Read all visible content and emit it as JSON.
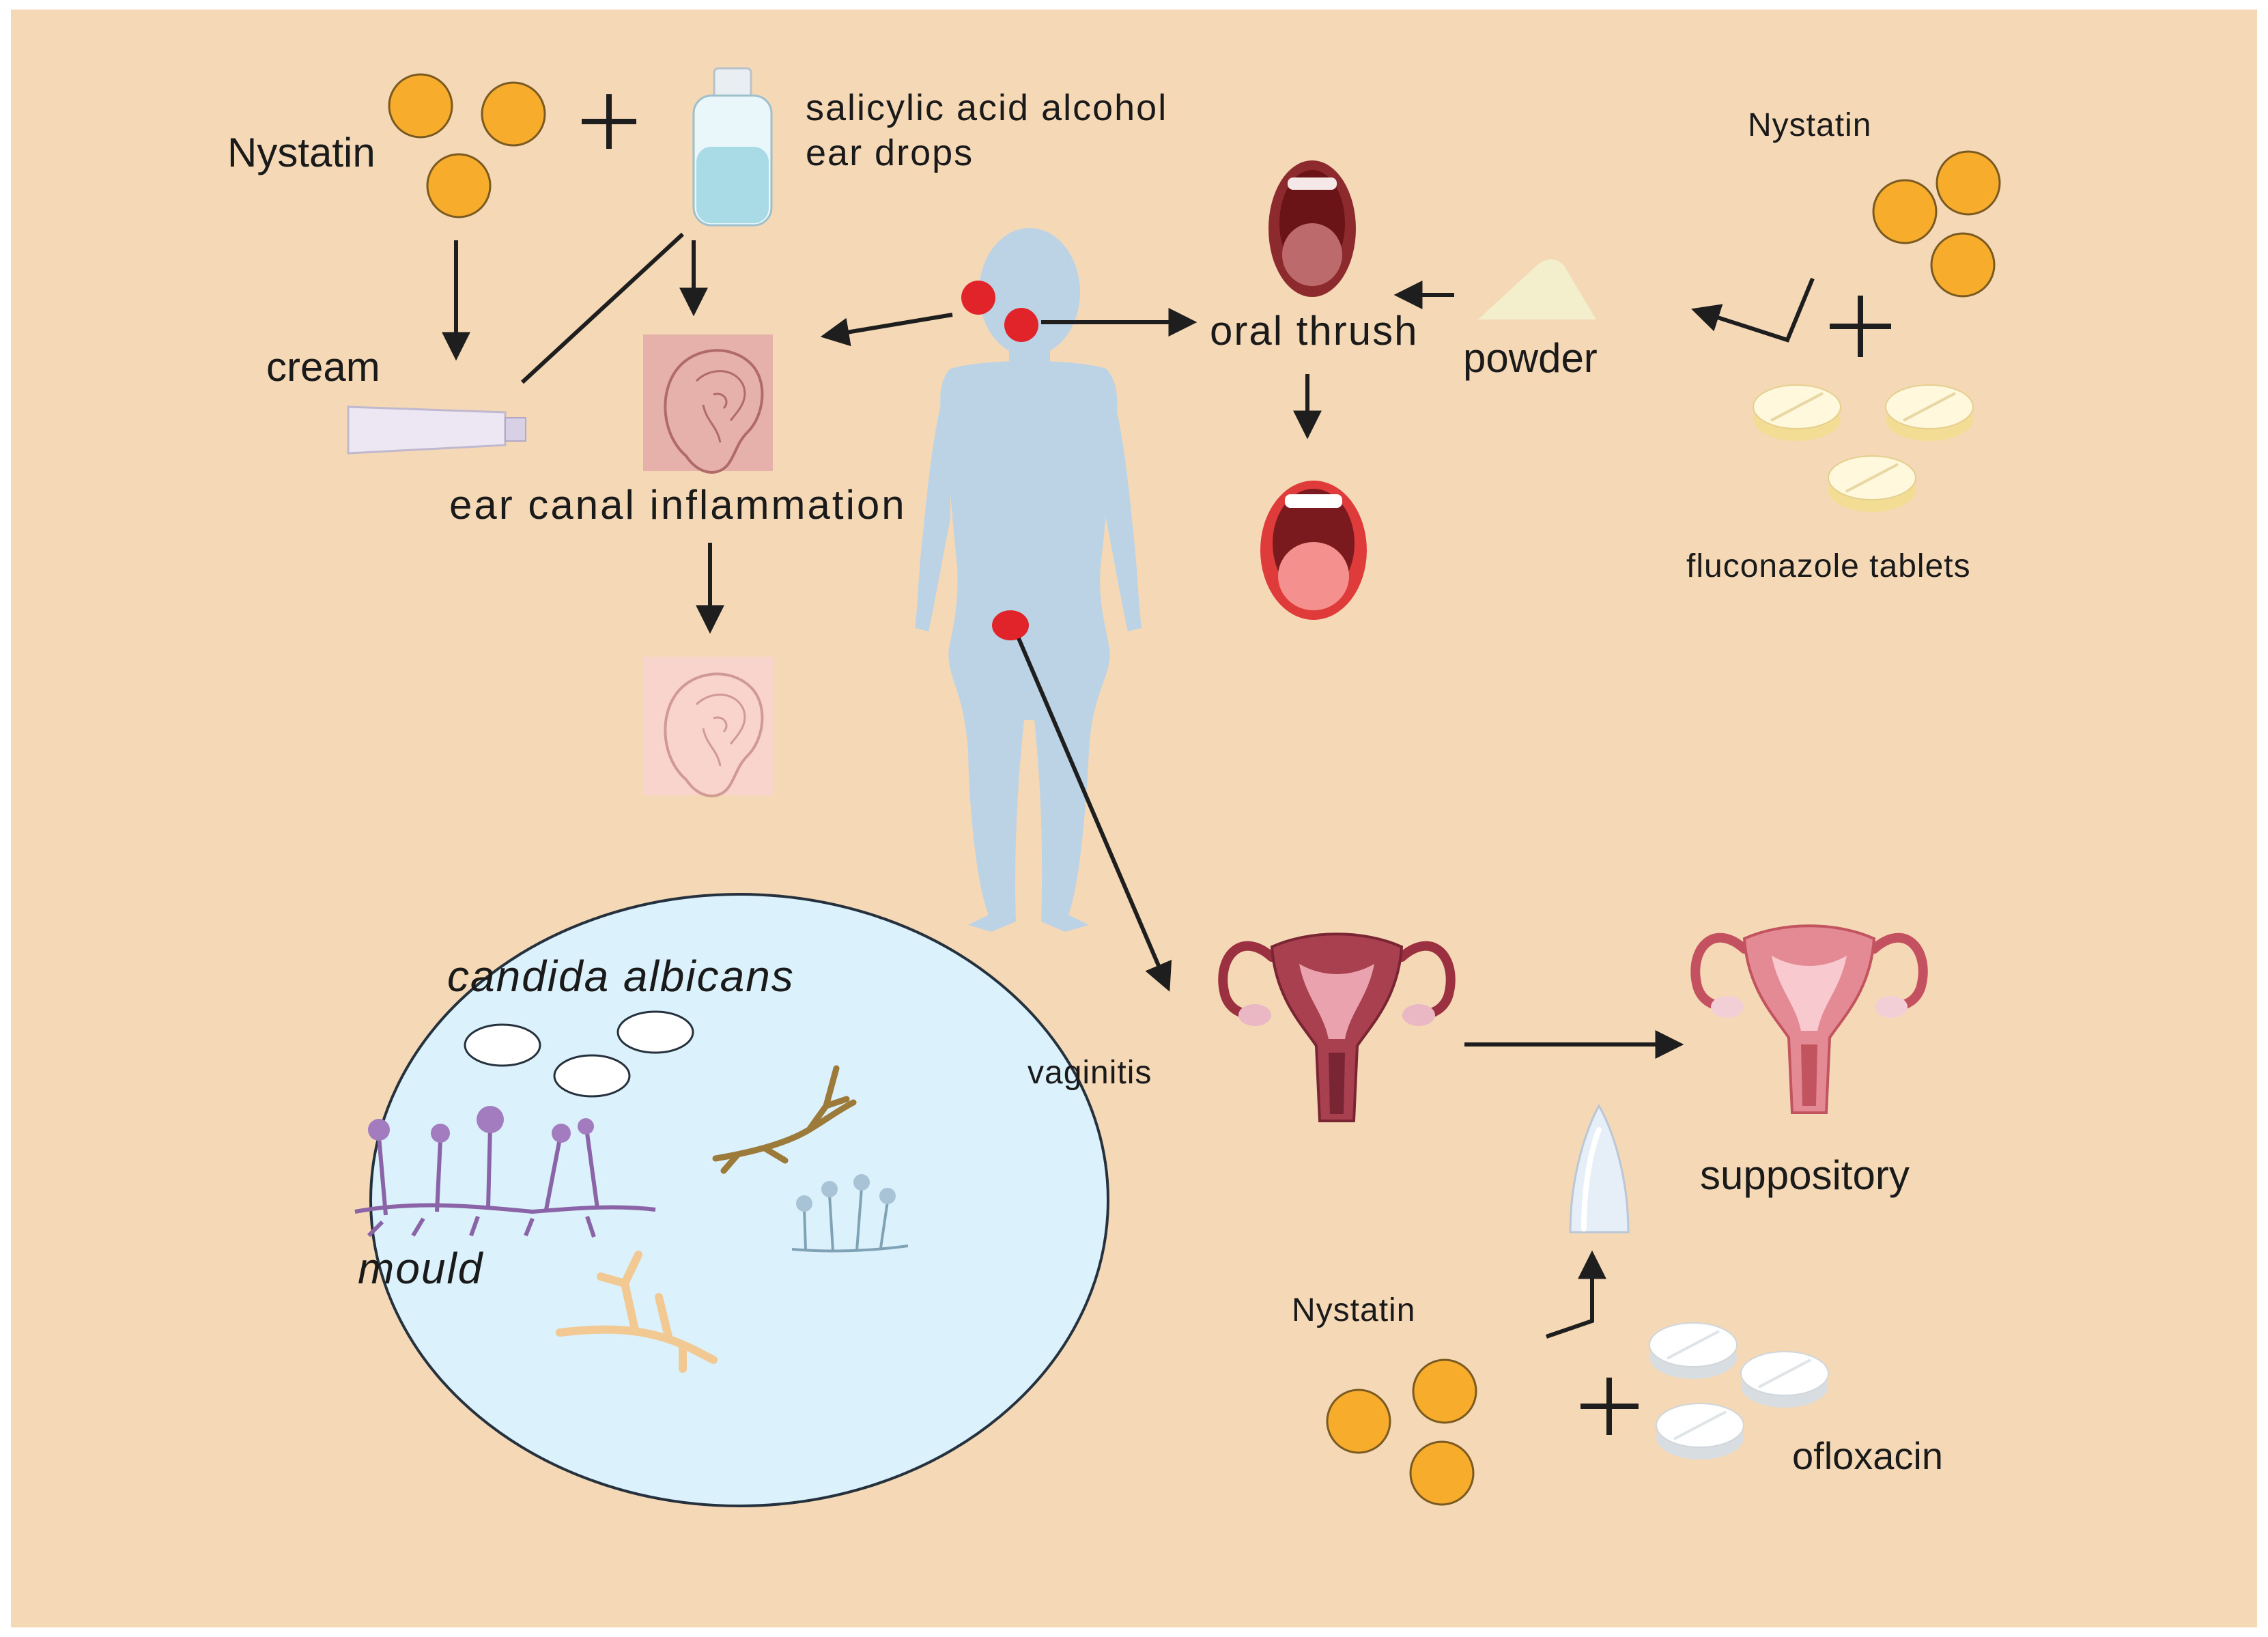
{
  "labels": {
    "nystatin_left": "Nystatin",
    "salicylic_line1": "salicylic acid alcohol",
    "salicylic_line2": "ear drops",
    "cream": "cream",
    "ear_canal": "ear canal inflammation",
    "oral_thrush": "oral thrush",
    "powder": "powder",
    "nystatin_right": "Nystatin",
    "fluconazole": "fluconazole tablets",
    "candida": "candida albicans",
    "mould": "mould",
    "vaginitis": "vaginitis",
    "suppository": "suppository",
    "nystatin_bottom": "Nystatin",
    "ofloxacin": "ofloxacin"
  },
  "colors": {
    "background": "#f5d9b7",
    "pill_orange": "#f7ac2c",
    "body_silhouette": "#bcd3e6",
    "infection_dot": "#e0242a",
    "petri": "#dbf1fb",
    "arrow": "#1e1e1e"
  }
}
